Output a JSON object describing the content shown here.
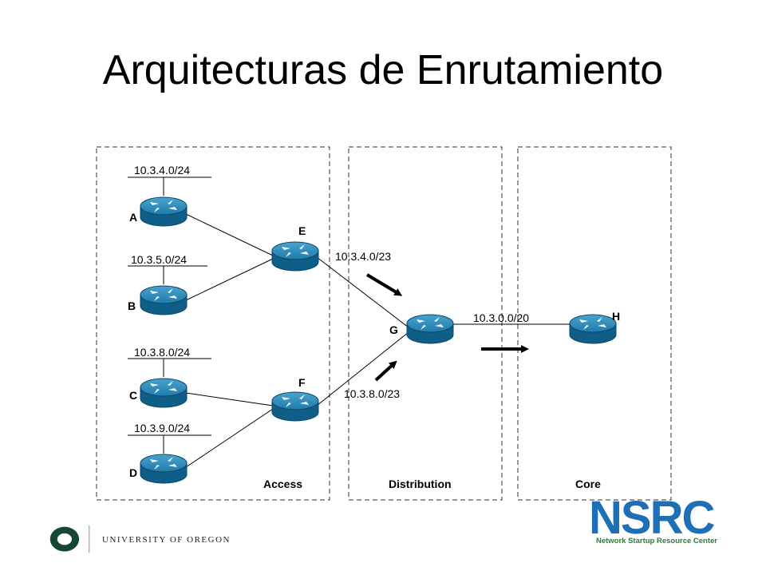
{
  "title": "Arquitecturas de Enrutamiento",
  "zones": {
    "access": "Access",
    "distribution": "Distribution",
    "core": "Core"
  },
  "routers": {
    "a": "A",
    "b": "B",
    "c": "C",
    "d": "D",
    "e": "E",
    "f": "F",
    "g": "G",
    "h": "H"
  },
  "networks": {
    "a": "10.3.4.0/24",
    "b": "10.3.5.0/24",
    "c": "10.3.8.0/24",
    "d": "10.3.9.0/24"
  },
  "summaries": {
    "e_to_g": "10.3.4.0/23",
    "f_to_g": "10.3.8.0/23",
    "g_to_h": "10.3.0.0/20"
  },
  "footer": {
    "university": "UNIVERSITY OF OREGON",
    "nsrc_logo": "NSRC",
    "nsrc_name": "Network Startup Resource Center"
  },
  "colors": {
    "router": "#1f6f9a",
    "nsrc_blue": "#1e6fb5",
    "nsrc_green": "#2e7d3a",
    "uo_green": "#154733"
  }
}
